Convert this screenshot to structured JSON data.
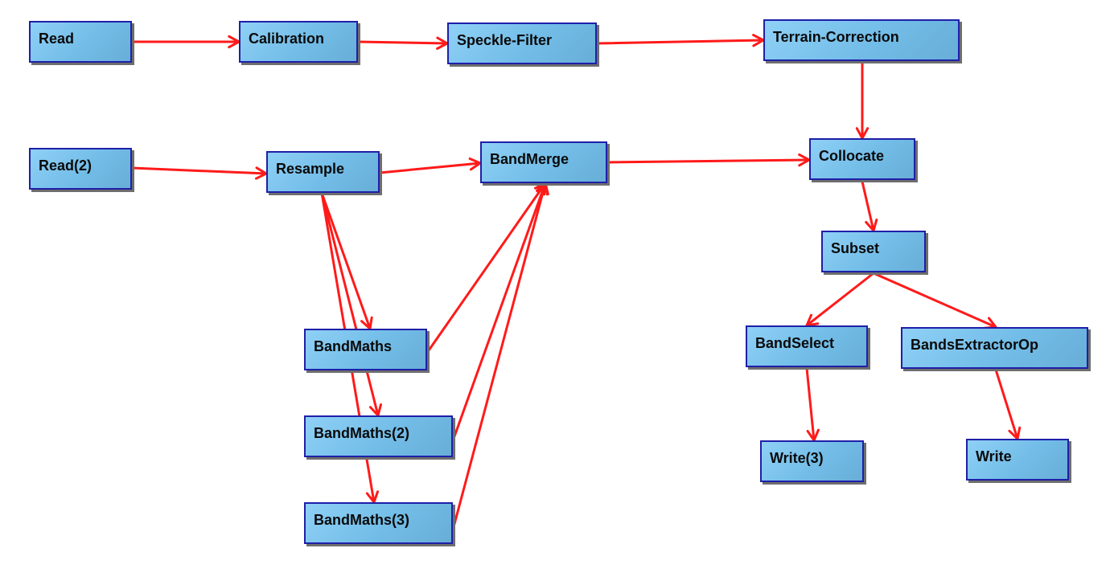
{
  "graph": {
    "nodes": [
      {
        "id": "read",
        "label": "Read"
      },
      {
        "id": "calibration",
        "label": "Calibration"
      },
      {
        "id": "speckle-filter",
        "label": "Speckle-Filter"
      },
      {
        "id": "terrain-correction",
        "label": "Terrain-Correction"
      },
      {
        "id": "read-2",
        "label": "Read(2)"
      },
      {
        "id": "resample",
        "label": "Resample"
      },
      {
        "id": "bandmerge",
        "label": "BandMerge"
      },
      {
        "id": "collocate",
        "label": "Collocate"
      },
      {
        "id": "subset",
        "label": "Subset"
      },
      {
        "id": "bandmaths",
        "label": "BandMaths"
      },
      {
        "id": "bandmaths-2",
        "label": "BandMaths(2)"
      },
      {
        "id": "bandmaths-3",
        "label": "BandMaths(3)"
      },
      {
        "id": "bandselect",
        "label": "BandSelect"
      },
      {
        "id": "bandsextractorop",
        "label": "BandsExtractorOp"
      },
      {
        "id": "write-3",
        "label": "Write(3)"
      },
      {
        "id": "write",
        "label": "Write"
      }
    ],
    "edges": [
      {
        "from": "read",
        "to": "calibration"
      },
      {
        "from": "calibration",
        "to": "speckle-filter"
      },
      {
        "from": "speckle-filter",
        "to": "terrain-correction"
      },
      {
        "from": "terrain-correction",
        "to": "collocate"
      },
      {
        "from": "read-2",
        "to": "resample"
      },
      {
        "from": "resample",
        "to": "bandmerge"
      },
      {
        "from": "bandmerge",
        "to": "collocate"
      },
      {
        "from": "resample",
        "to": "bandmaths"
      },
      {
        "from": "resample",
        "to": "bandmaths-2"
      },
      {
        "from": "resample",
        "to": "bandmaths-3"
      },
      {
        "from": "bandmaths",
        "to": "bandmerge"
      },
      {
        "from": "bandmaths-2",
        "to": "bandmerge"
      },
      {
        "from": "bandmaths-3",
        "to": "bandmerge"
      },
      {
        "from": "collocate",
        "to": "subset"
      },
      {
        "from": "subset",
        "to": "bandselect"
      },
      {
        "from": "subset",
        "to": "bandsextractorop"
      },
      {
        "from": "bandselect",
        "to": "write-3"
      },
      {
        "from": "bandsextractorop",
        "to": "write"
      }
    ],
    "edge_color": "#ff1a1a",
    "node_border_color": "#1f1fa8",
    "node_fill_color": "#7cc6ee"
  }
}
